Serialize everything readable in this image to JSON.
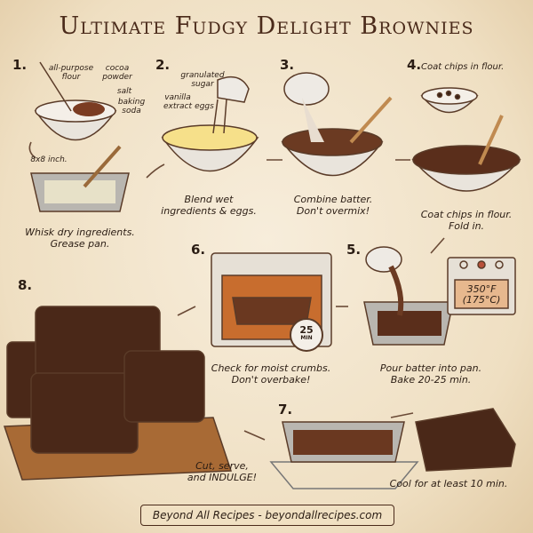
{
  "title": "Ultimate Fudgy Delight Brownies",
  "steps": [
    {
      "number": "1.",
      "labels": [
        "all-purpose flour",
        "cocoa powder",
        "salt",
        "baking soda",
        "8x8 inch."
      ],
      "caption": [
        "Whisk dry ingredients.",
        "Grease pan."
      ]
    },
    {
      "number": "2.",
      "labels": [
        "granulated sugar",
        "vanilla extract",
        "eggs"
      ],
      "caption": [
        "Blend wet",
        "ingredients & eggs."
      ]
    },
    {
      "number": "3.",
      "caption": [
        "Combine batter.",
        "Don't overmix!"
      ]
    },
    {
      "number": "4.",
      "heading": "Coat chips in flour.",
      "caption": [
        "Coat chips in flour.",
        "Fold in."
      ]
    },
    {
      "number": "5.",
      "oven_temp": [
        "350°F",
        "(175°C)"
      ],
      "caption": [
        "Pour batter into pan.",
        "Bake 20-25 min."
      ]
    },
    {
      "number": "6.",
      "timer": [
        "25",
        "MIN"
      ],
      "caption": [
        "Check for moist crumbs.",
        "Don't overbake!"
      ]
    },
    {
      "number": "7.",
      "caption": [
        "Cool for at least 10 min."
      ]
    },
    {
      "number": "8.",
      "caption": [
        "Cut, serve,",
        "and INDULGE!"
      ]
    }
  ],
  "footer": "Beyond All Recipes - beyondallrecipes.com",
  "colors": {
    "background": "#f3e6cf",
    "brownie": "#4a2818",
    "text": "#2b1d14"
  }
}
